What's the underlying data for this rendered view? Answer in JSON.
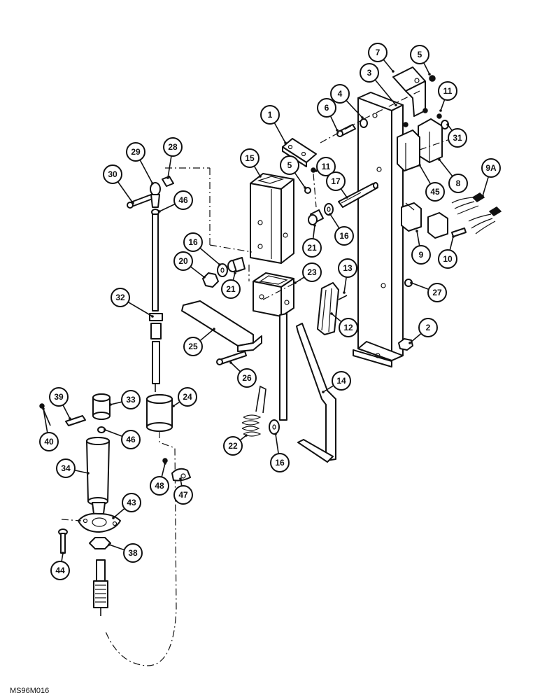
{
  "figure_code": "MS96M016",
  "callout_labels": [
    "1",
    "2",
    "3",
    "4",
    "5",
    "5",
    "6",
    "7",
    "8",
    "9",
    "9A",
    "10",
    "11",
    "11",
    "12",
    "13",
    "14",
    "15",
    "16",
    "16",
    "16",
    "17",
    "20",
    "21",
    "21",
    "22",
    "23",
    "24",
    "25",
    "26",
    "27",
    "28",
    "29",
    "30",
    "31",
    "32",
    "33",
    "34",
    "38",
    "39",
    "40",
    "43",
    "44",
    "45",
    "46",
    "46",
    "47",
    "48"
  ],
  "colors": {
    "line": "#111111",
    "background": "#ffffff"
  }
}
